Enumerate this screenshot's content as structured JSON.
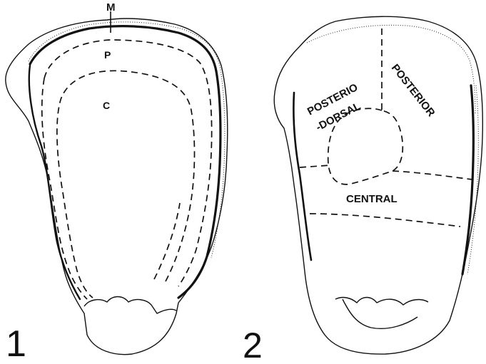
{
  "figure1": {
    "number": "1",
    "labels": {
      "margin": "M",
      "pallial": "P",
      "central": "C"
    }
  },
  "figure2": {
    "number": "2",
    "regions": {
      "posterior_dorsal_line1": "POSTERIO",
      "posterior_dorsal_line2": "-DORSAL",
      "posterior": "POSTERIOR",
      "central": "CENTRAL"
    }
  },
  "style": {
    "ink": "#111111",
    "background": "#ffffff"
  }
}
